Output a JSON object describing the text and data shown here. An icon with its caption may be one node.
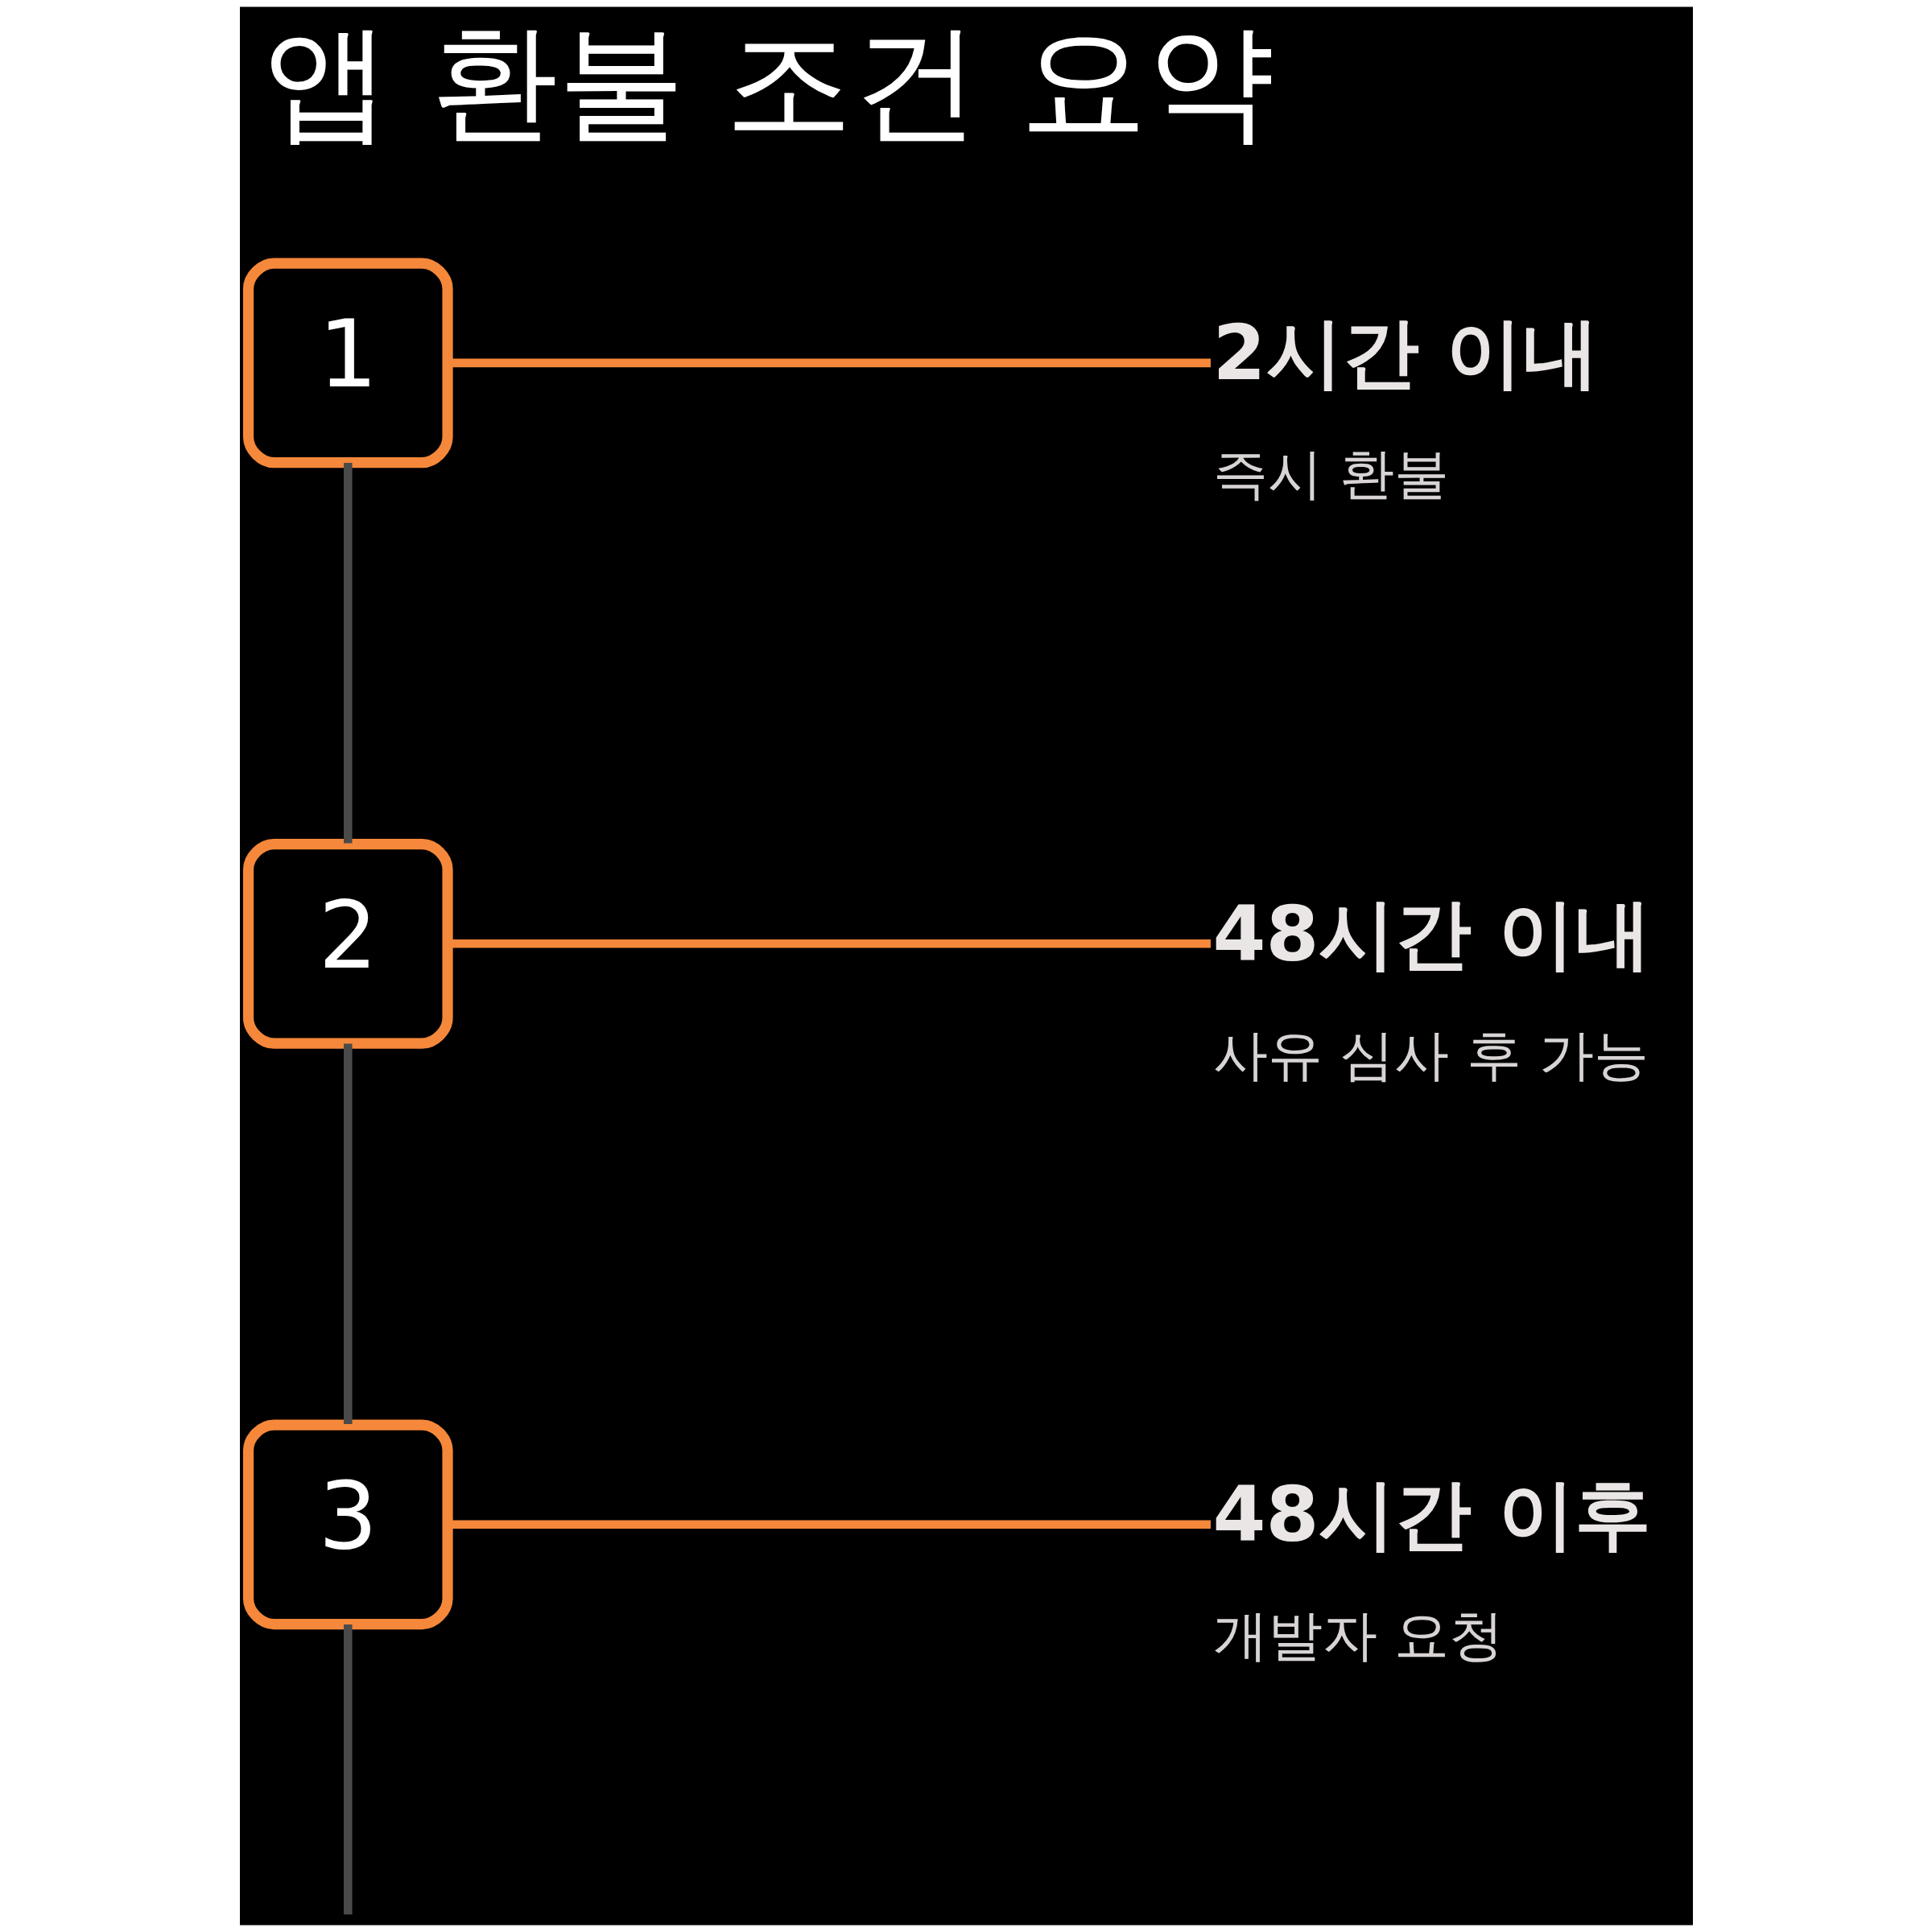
{
  "diagram": {
    "title": "앱 환불 조건 요약",
    "nodes": [
      {
        "text": [
          "1"
        ]
      },
      {
        "text": [
          "2시간 이내",
          "즉시 환불"
        ]
      },
      {
        "text": [
          "2"
        ]
      },
      {
        "text": [
          "48시간 이내",
          "사유 심사 후 가능"
        ]
      },
      {
        "text": [
          "3"
        ]
      },
      {
        "text": [
          "48시간 이후",
          "개발자 요청"
        ]
      }
    ],
    "edges": [
      {
        "from": 0,
        "to": 1,
        "arrow": "none",
        "color": "#f5883a"
      },
      {
        "from": 0,
        "to": 2,
        "arrow": "none",
        "color": "#4a4a4a"
      },
      {
        "from": 2,
        "to": 3,
        "arrow": "none",
        "color": "#f5883a"
      },
      {
        "from": 2,
        "to": 4,
        "arrow": "none",
        "color": "#4a4a4a"
      },
      {
        "from": 4,
        "to": 5,
        "arrow": "none",
        "color": "#f5883a"
      },
      {
        "from": 4,
        "to": null,
        "arrow": "none",
        "color": "#4a4a4a"
      }
    ]
  }
}
